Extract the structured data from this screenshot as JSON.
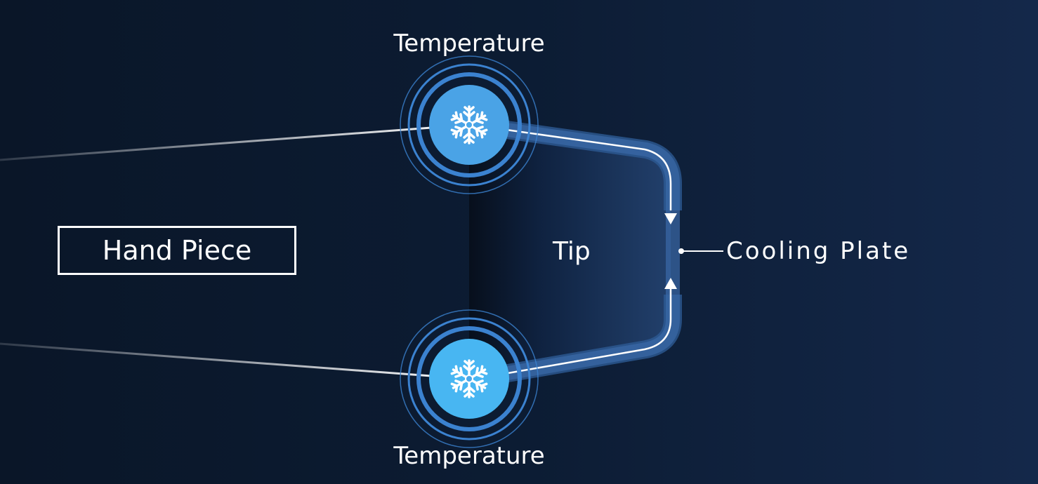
{
  "labels": {
    "temperature_top": "Temperature",
    "temperature_bottom": "Temperature",
    "hand_piece": "Hand Piece",
    "tip": "Tip",
    "cooling_plate": "Cooling Plate"
  },
  "icons": {
    "sensor": "snowflake-icon"
  },
  "colors": {
    "background": "#0c1c33",
    "sensor_core": "#4aa8ea",
    "ring": "#3b82d0",
    "channel": "#2d5a94"
  }
}
